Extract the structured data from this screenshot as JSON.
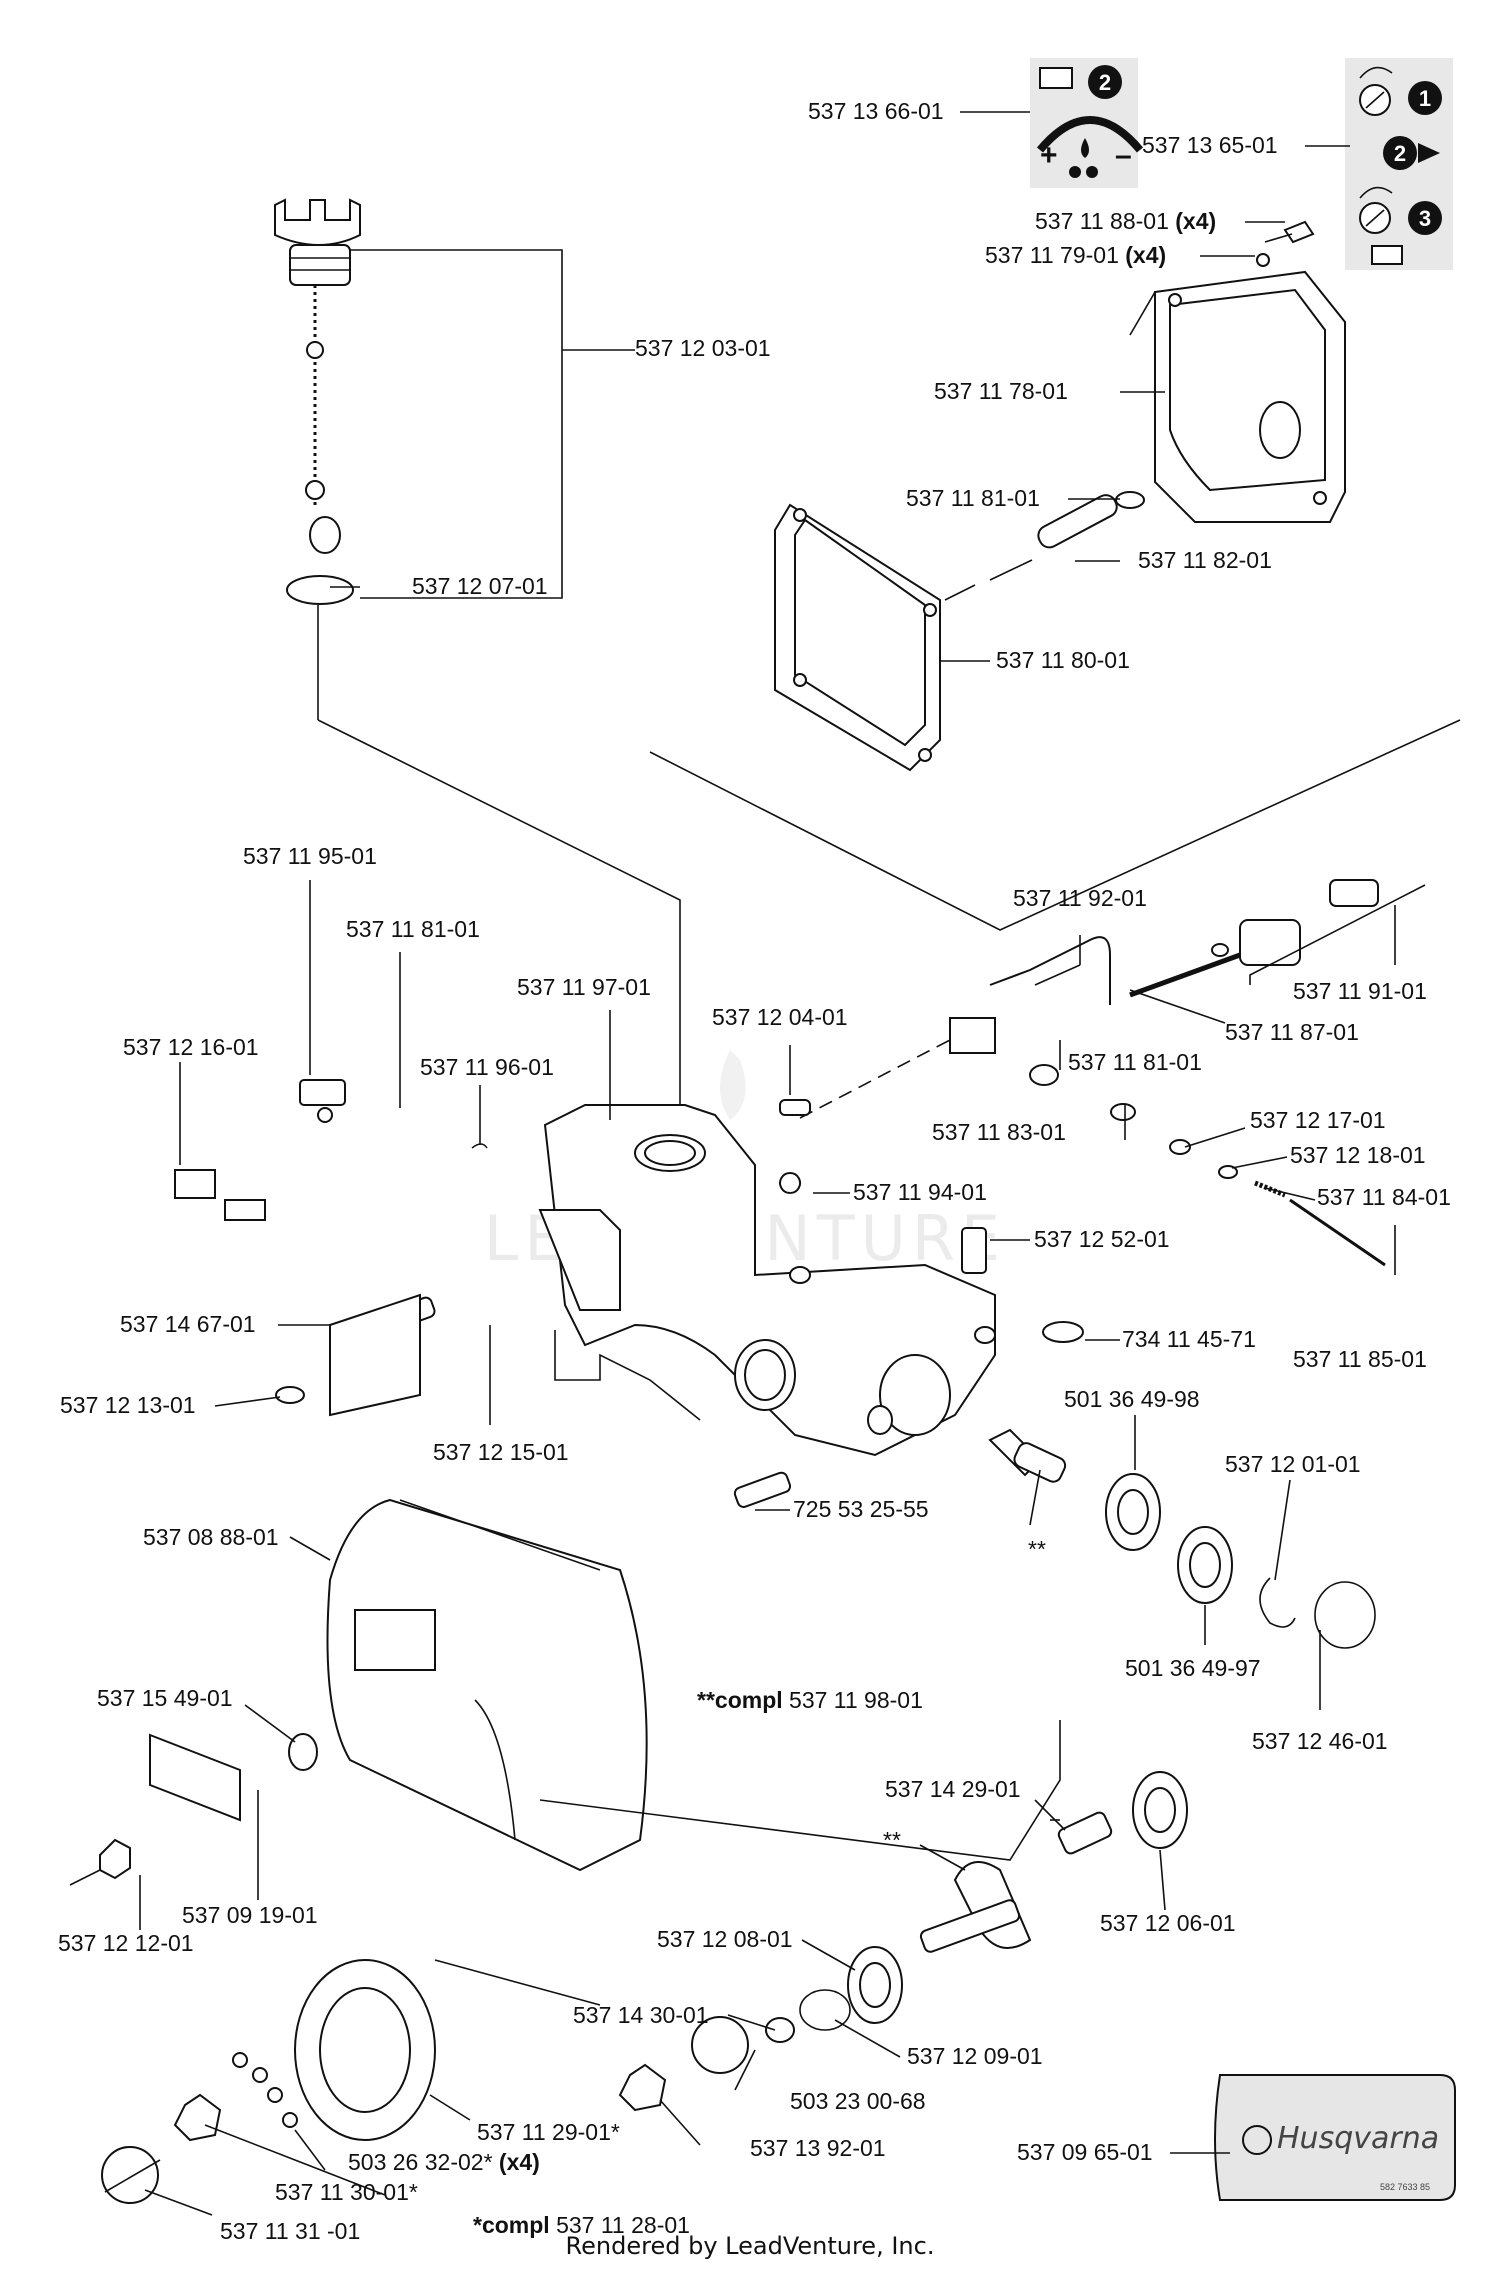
{
  "footer": "Rendered by LeadVenture, Inc.",
  "watermark": "LEADVENTURE",
  "logo_text": "Husqvarna",
  "plate_small_text": "582 7633 85",
  "notes": {
    "compl_1": "**compl 537 11 98-01",
    "compl_2": "*compl 537 11 28-01",
    "double_star": "**"
  },
  "badges": {
    "one": "1",
    "two": "2",
    "three": "3"
  },
  "parts": {
    "p537136601": "537 13 66-01",
    "p537136501": "537 13 65-01",
    "p537118801": "537 11 88-01",
    "p537117901": "537 11 79-01",
    "qty_x4": "(x4)",
    "p537117801": "537 11 78-01",
    "p537120301": "537 12 03-01",
    "p537120701": "537 12 07-01",
    "p537118101a": "537 11 81-01",
    "p537118201": "537 11 82-01",
    "p537118001": "537 11 80-01",
    "p537119501": "537 11 95-01",
    "p537118101b": "537 11 81-01",
    "p537119201": "537 11 92-01",
    "p537119701": "537 11 97-01",
    "p537119101": "537 11 91-01",
    "p537121601": "537 12 16-01",
    "p537119601": "537 11 96-01",
    "p537120401": "537 12 04-01",
    "p537118701": "537 11 87-01",
    "p537118101c": "537 11 81-01",
    "p537118301": "537 11 83-01",
    "p537121701": "537 12 17-01",
    "p537121801": "537 12 18-01",
    "p537118401": "537 11 84-01",
    "p537119401": "537 11 94-01",
    "p537125201": "537 12 52-01",
    "p537146701": "537 14 67-01",
    "p734114571": "734 11 45-71",
    "p537118501": "537 11 85-01",
    "p537121301": "537 12 13-01",
    "p537121501": "537 12 15-01",
    "p501364998": "501 36 49-98",
    "p537120101": "537 12 01-01",
    "p725532555": "725 53 25-55",
    "p537088801": "537 08 88-01",
    "p501364997": "501 36 49-97",
    "p537151549": "537 15 49-01",
    "p537124601": "537 12 46-01",
    "p537142901": "537 14 29-01",
    "p537091901": "537 09 19-01",
    "p537121201": "537 12 12-01",
    "p537120601": "537 12 06-01",
    "p537120801": "537 12 08-01",
    "p537143001": "537 14 30-01",
    "p537120901": "537 12 09-01",
    "p503230068": "503 23 00-68",
    "p537112901": "537 11 29-01*",
    "p537139201": "537 13 92-01",
    "p537096501": "537 09 65-01",
    "p503263202": "503 26 32-02*",
    "p537113001": "537 11 30-01*",
    "p537113101": "537 11 31 -01"
  }
}
